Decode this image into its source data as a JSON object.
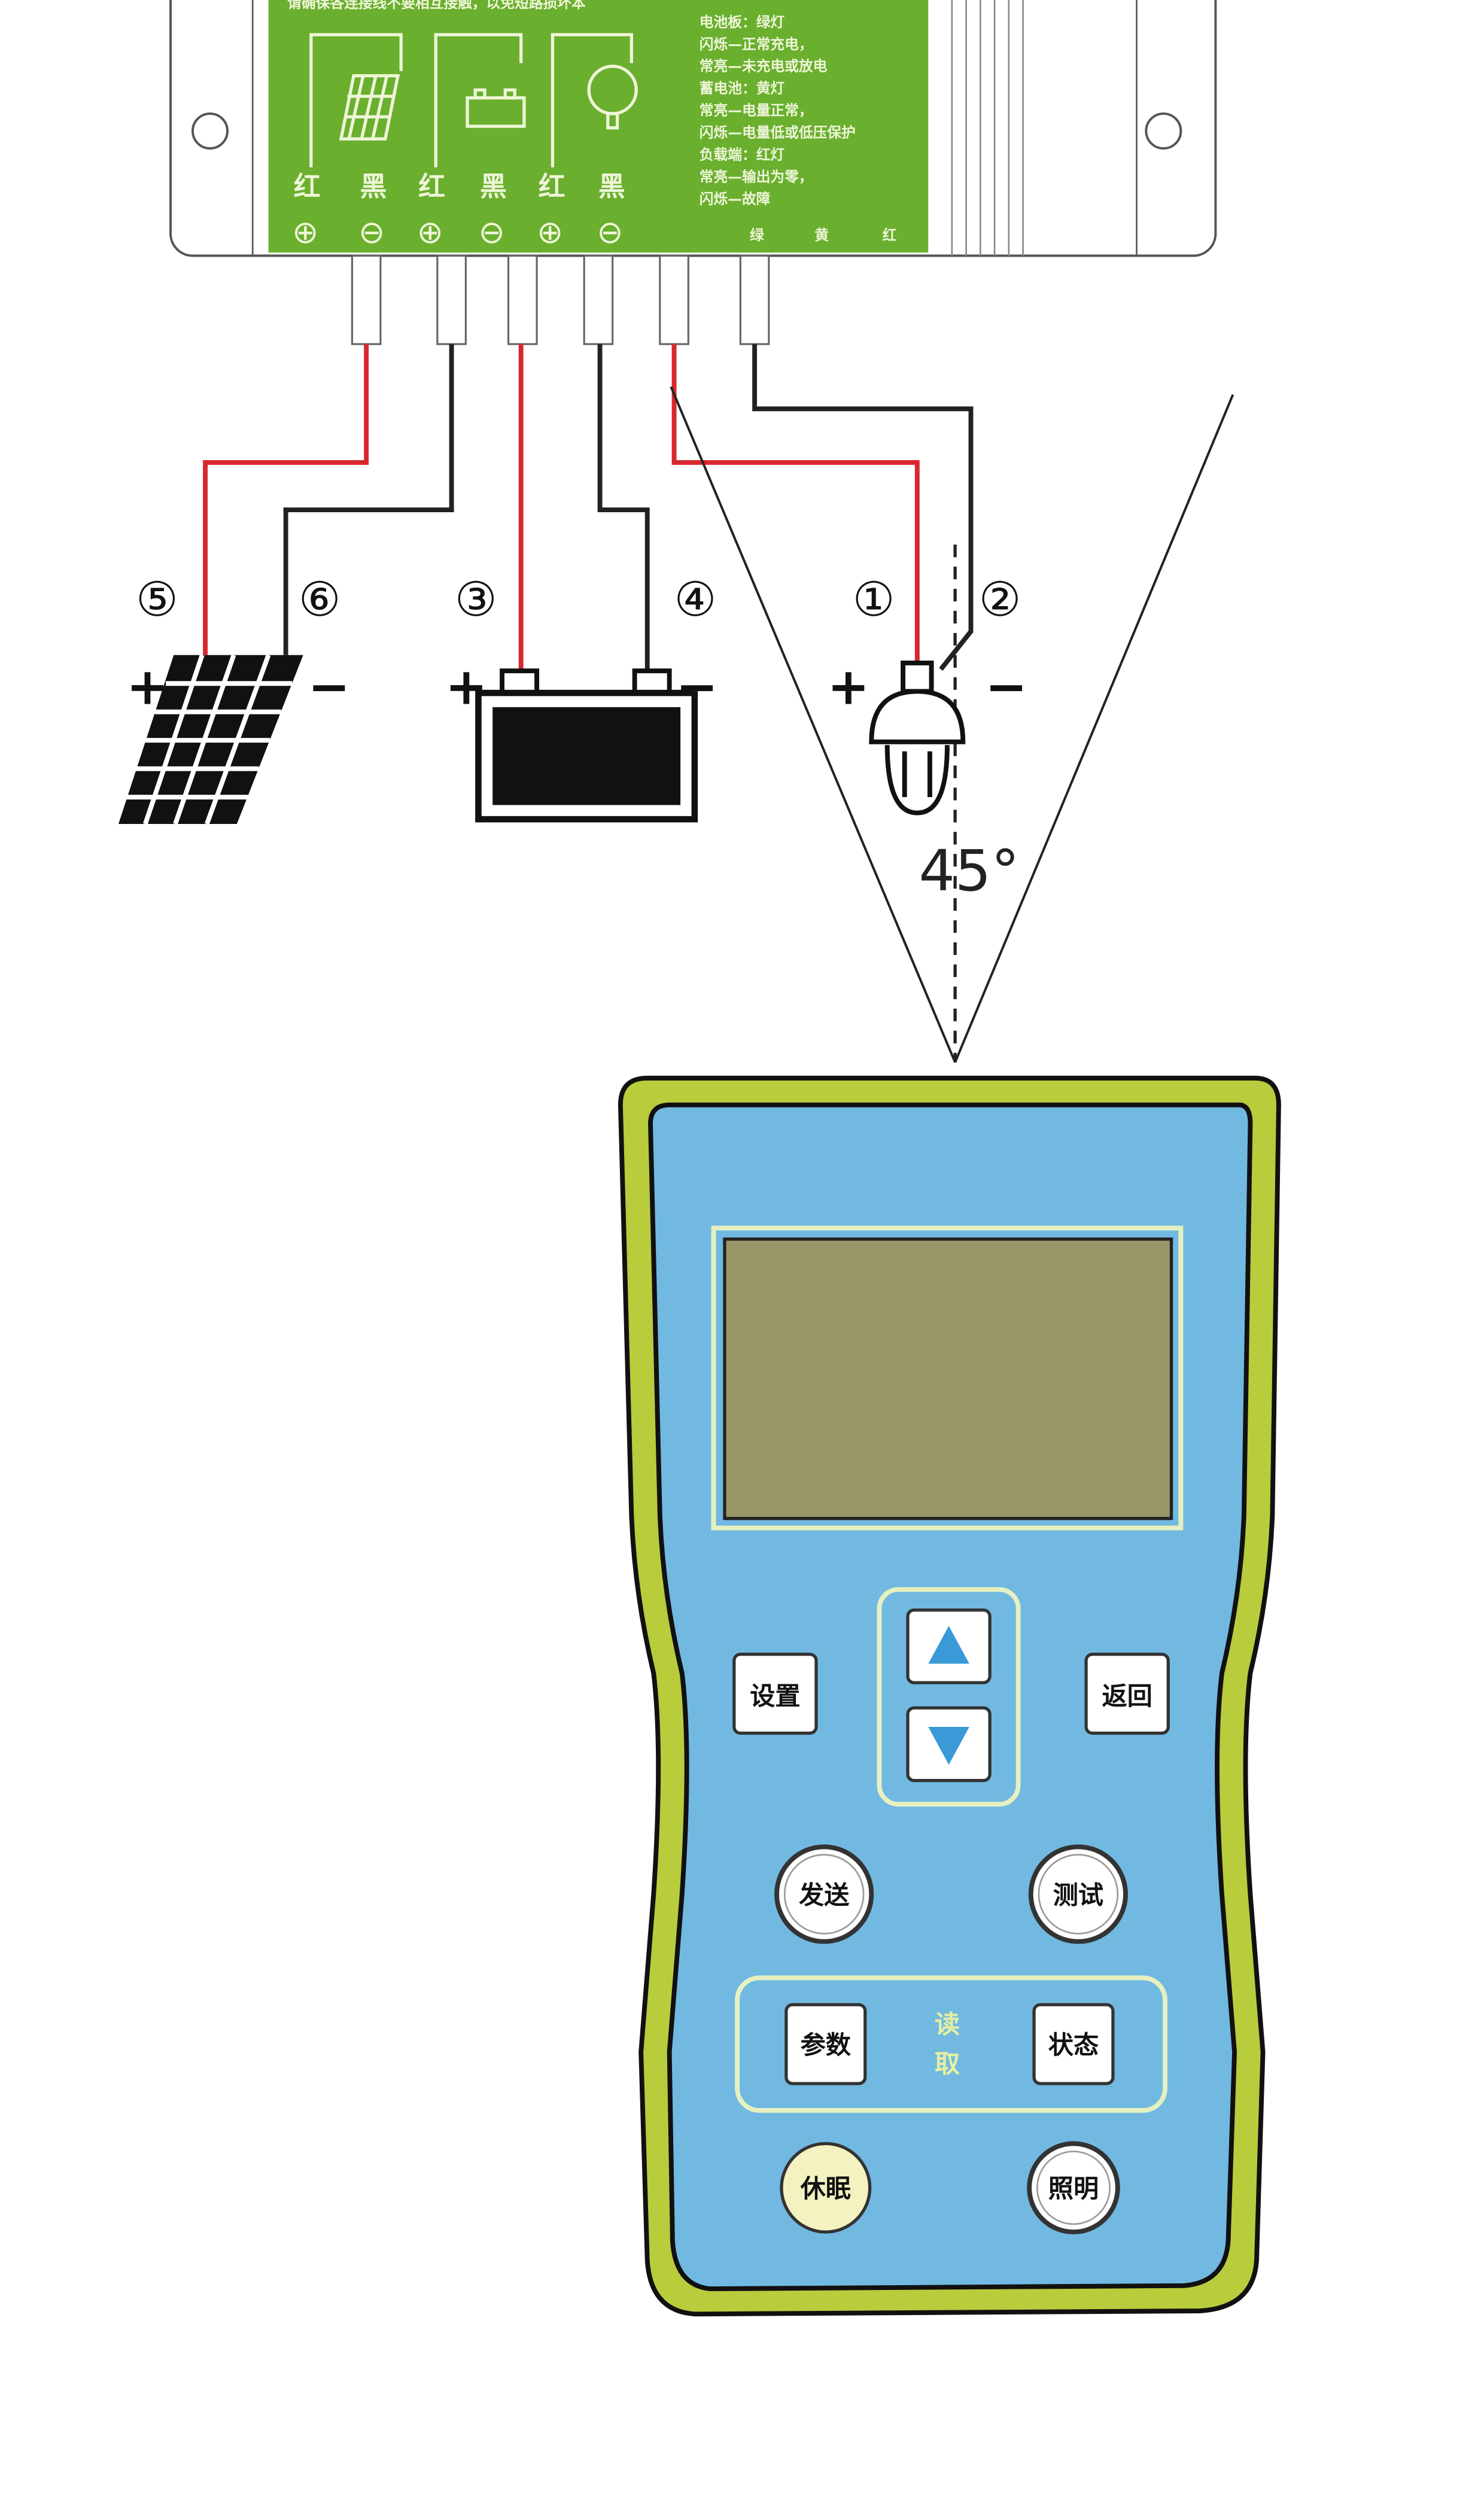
{
  "controller": {
    "warning": "请确保各连接线不要相互接触，以免短路损坏本",
    "terminal_labels": [
      "红",
      "黑",
      "红",
      "黑",
      "红",
      "黑"
    ],
    "terminal_symbols": [
      "⊕",
      "⊖",
      "⊕",
      "⊖",
      "⊕",
      "⊖"
    ],
    "legend": [
      "电池板：绿灯",
      "闪烁—正常充电，",
      "常亮—未充电或放电",
      "蓄电池：黄灯",
      "常亮—电量正常，",
      "闪烁—电量低或低压保护",
      "负载端：红灯",
      "常亮—输出为零，",
      "闪烁—故障"
    ],
    "led_labels": [
      "绿",
      "黄",
      "红"
    ]
  },
  "wiring": {
    "markers": [
      "⑤",
      "⑥",
      "③",
      "④",
      "①",
      "②"
    ],
    "plus": "+",
    "minus": "−",
    "angle": "45°"
  },
  "handheld": {
    "set": "设置",
    "back": "返回",
    "send": "发送",
    "test": "测试",
    "params": "参数",
    "read_1": "读",
    "read_2": "取",
    "status": "状态",
    "sleep": "休眠",
    "light": "照明"
  },
  "colors": {
    "panel_green": "#6aaf2e",
    "device_green": "#b9cc3c",
    "device_blue": "#72b9e2",
    "screen": "#9a9868",
    "wire_red": "#d8272e"
  }
}
